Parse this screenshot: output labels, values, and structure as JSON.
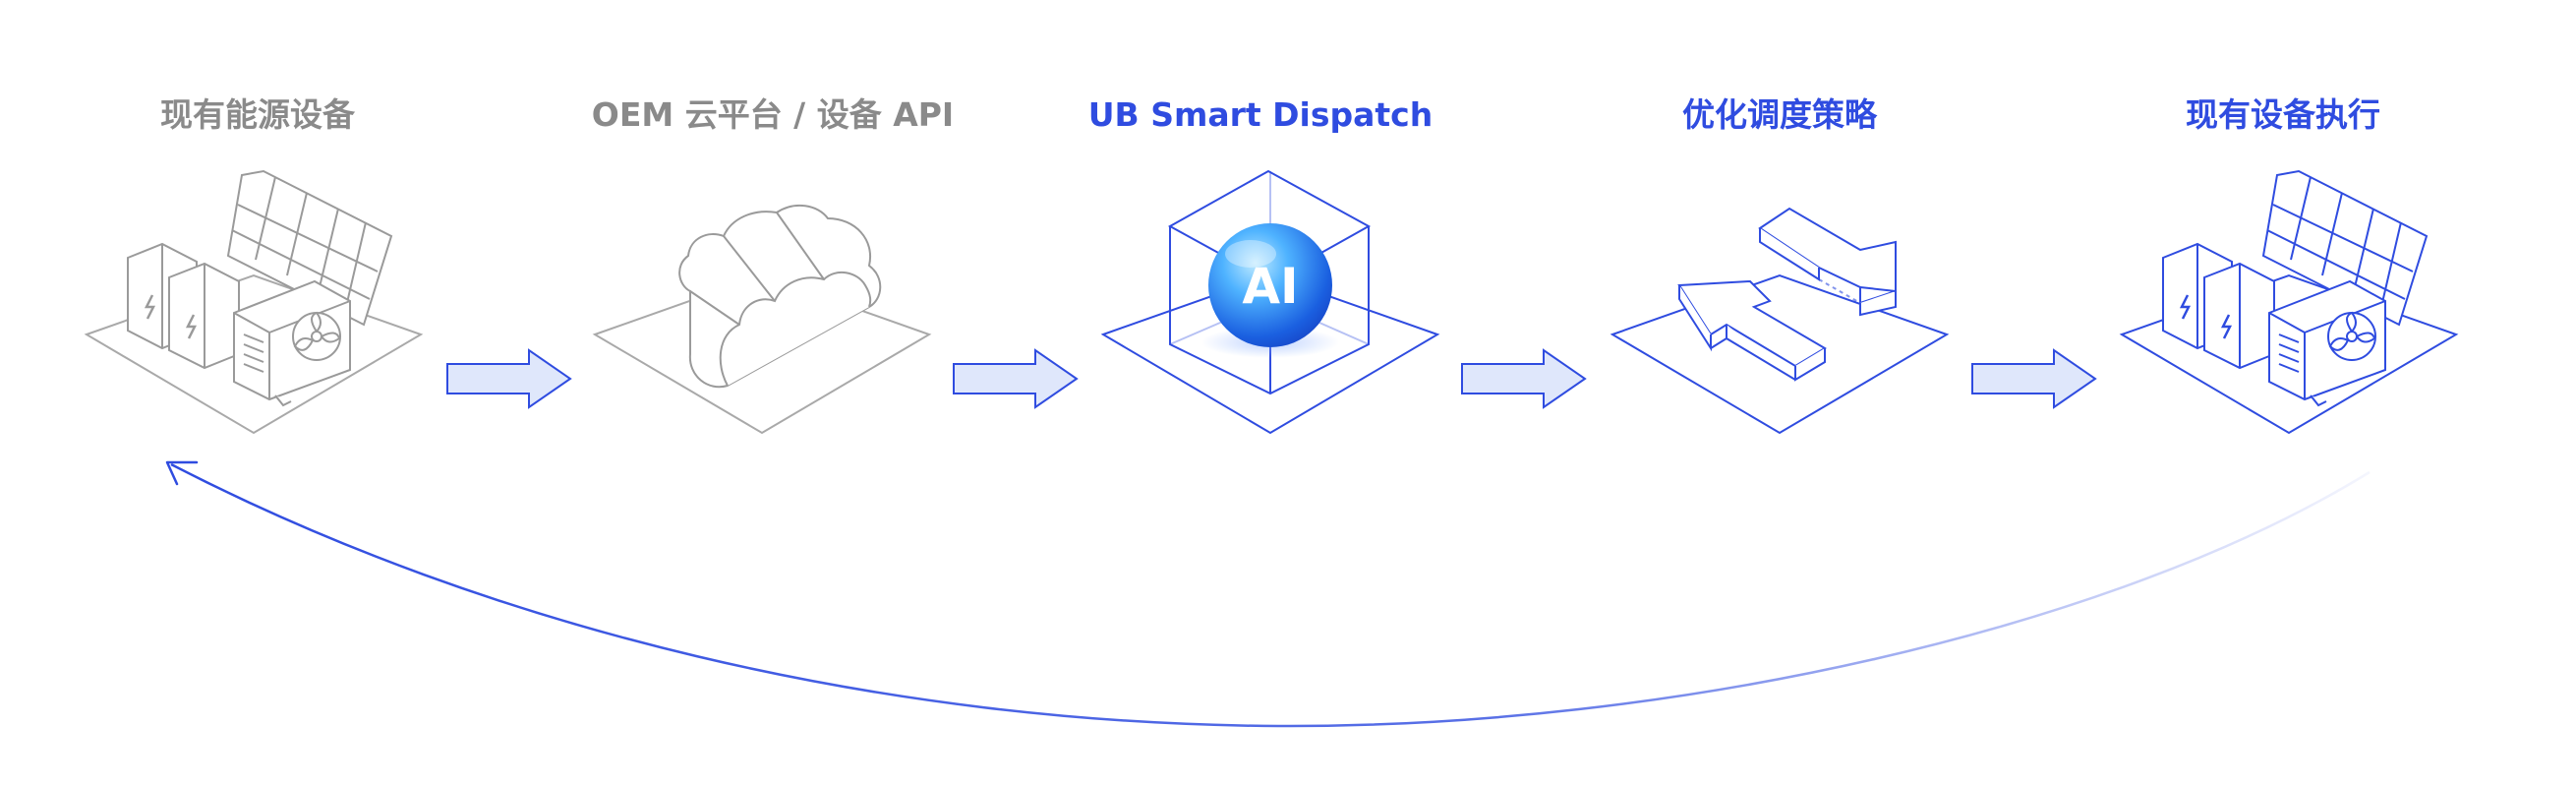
{
  "steps": [
    {
      "label": "现有能源设备",
      "state": "inactive"
    },
    {
      "label": "OEM 云平台 / 设备 API",
      "state": "inactive"
    },
    {
      "label": "UB Smart Dispatch",
      "state": "active"
    },
    {
      "label": "优化调度策略",
      "state": "active"
    },
    {
      "label": "现有设备执行",
      "state": "active"
    }
  ],
  "ai_sphere": {
    "label": "AI"
  },
  "colors": {
    "active": "#2f4ce0",
    "inactive": "#8a8a8a",
    "inactive_stroke": "#a9a9a9",
    "arrow_fill": "#dfe7fb",
    "sphere_light": "#7fd3ff",
    "sphere_dark": "#1a5fe0"
  },
  "icons": [
    "energy-equipment-icon",
    "cloud-icon",
    "ai-sphere-icon",
    "optimize-arrows-icon",
    "energy-equipment-icon"
  ]
}
